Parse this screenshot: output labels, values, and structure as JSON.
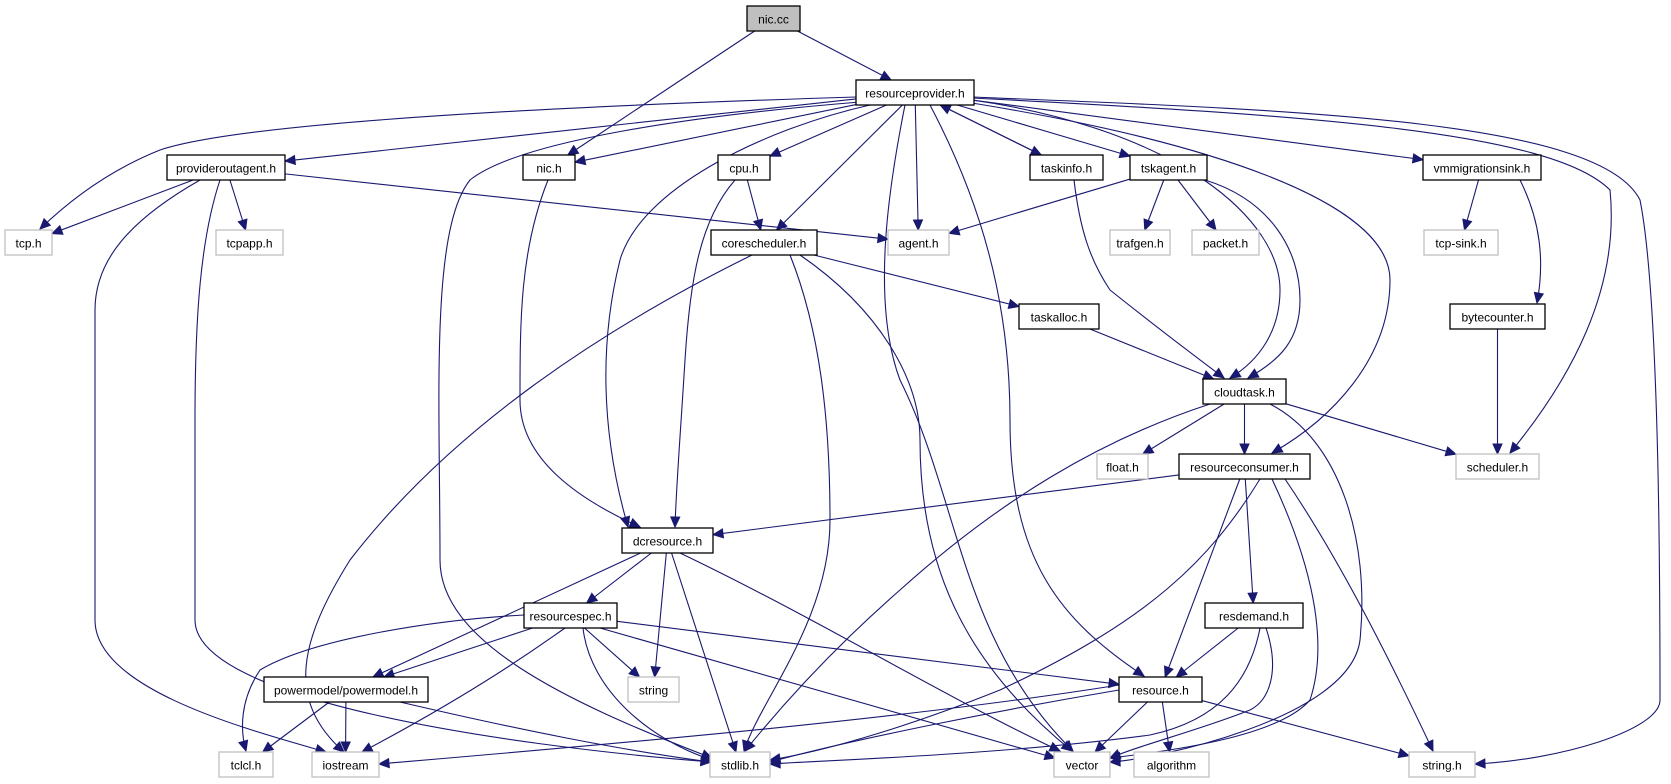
{
  "title": "nic.cc include dependency graph",
  "colors": {
    "edge": "#191970",
    "root_fill": "#bfbfbf",
    "local_border": "#000000",
    "system_border": "#bfbfbf"
  },
  "nodes": [
    {
      "id": "nic_cc",
      "label": "nic.cc",
      "kind": "root"
    },
    {
      "id": "resourceprovider_h",
      "label": "resourceprovider.h",
      "kind": "local"
    },
    {
      "id": "provideroutagent_h",
      "label": "provideroutagent.h",
      "kind": "local"
    },
    {
      "id": "nic_h",
      "label": "nic.h",
      "kind": "local"
    },
    {
      "id": "cpu_h",
      "label": "cpu.h",
      "kind": "local"
    },
    {
      "id": "taskinfo_h",
      "label": "taskinfo.h",
      "kind": "local"
    },
    {
      "id": "tskagent_h",
      "label": "tskagent.h",
      "kind": "local"
    },
    {
      "id": "vmmigrationsink_h",
      "label": "vmmigrationsink.h",
      "kind": "local"
    },
    {
      "id": "tcp_h",
      "label": "tcp.h",
      "kind": "system"
    },
    {
      "id": "tcpapp_h",
      "label": "tcpapp.h",
      "kind": "system"
    },
    {
      "id": "corescheduler_h",
      "label": "corescheduler.h",
      "kind": "local"
    },
    {
      "id": "agent_h",
      "label": "agent.h",
      "kind": "system"
    },
    {
      "id": "trafgen_h",
      "label": "trafgen.h",
      "kind": "system"
    },
    {
      "id": "packet_h",
      "label": "packet.h",
      "kind": "system"
    },
    {
      "id": "tcp_sink_h",
      "label": "tcp-sink.h",
      "kind": "system"
    },
    {
      "id": "taskalloc_h",
      "label": "taskalloc.h",
      "kind": "local"
    },
    {
      "id": "bytecounter_h",
      "label": "bytecounter.h",
      "kind": "local"
    },
    {
      "id": "cloudtask_h",
      "label": "cloudtask.h",
      "kind": "local"
    },
    {
      "id": "float_h",
      "label": "float.h",
      "kind": "system"
    },
    {
      "id": "resourceconsumer_h",
      "label": "resourceconsumer.h",
      "kind": "local"
    },
    {
      "id": "scheduler_h",
      "label": "scheduler.h",
      "kind": "system"
    },
    {
      "id": "dcresource_h",
      "label": "dcresource.h",
      "kind": "local"
    },
    {
      "id": "resourcespec_h",
      "label": "resourcespec.h",
      "kind": "local"
    },
    {
      "id": "resdemand_h",
      "label": "resdemand.h",
      "kind": "local"
    },
    {
      "id": "powermodel_h",
      "label": "powermodel/powermodel.h",
      "kind": "local"
    },
    {
      "id": "string",
      "label": "string",
      "kind": "system"
    },
    {
      "id": "resource_h",
      "label": "resource.h",
      "kind": "local"
    },
    {
      "id": "tclcl_h",
      "label": "tclcl.h",
      "kind": "system"
    },
    {
      "id": "iostream",
      "label": "iostream",
      "kind": "system"
    },
    {
      "id": "stdlib_h",
      "label": "stdlib.h",
      "kind": "system"
    },
    {
      "id": "vector",
      "label": "vector",
      "kind": "system"
    },
    {
      "id": "algorithm",
      "label": "algorithm",
      "kind": "system"
    },
    {
      "id": "string_h",
      "label": "string.h",
      "kind": "system"
    }
  ],
  "edges": [
    [
      "nic_cc",
      "resourceprovider_h"
    ],
    [
      "nic_cc",
      "nic_h"
    ],
    [
      "resourceprovider_h",
      "provideroutagent_h"
    ],
    [
      "resourceprovider_h",
      "nic_h"
    ],
    [
      "resourceprovider_h",
      "cpu_h"
    ],
    [
      "resourceprovider_h",
      "taskinfo_h"
    ],
    [
      "resourceprovider_h",
      "tskagent_h"
    ],
    [
      "resourceprovider_h",
      "vmmigrationsink_h"
    ],
    [
      "resourceprovider_h",
      "tcp_h"
    ],
    [
      "resourceprovider_h",
      "corescheduler_h"
    ],
    [
      "resourceprovider_h",
      "agent_h"
    ],
    [
      "resourceprovider_h",
      "dcresource_h"
    ],
    [
      "resourceprovider_h",
      "stdlib_h"
    ],
    [
      "resourceprovider_h",
      "vector"
    ],
    [
      "resourceprovider_h",
      "resource_h"
    ],
    [
      "resourceprovider_h",
      "cloudtask_h"
    ],
    [
      "resourceprovider_h",
      "resourceconsumer_h"
    ],
    [
      "resourceprovider_h",
      "scheduler_h"
    ],
    [
      "resourceprovider_h",
      "string_h"
    ],
    [
      "taskinfo_h",
      "resourceprovider_h"
    ],
    [
      "taskinfo_h",
      "cloudtask_h"
    ],
    [
      "provideroutagent_h",
      "tcp_h"
    ],
    [
      "provideroutagent_h",
      "tcpapp_h"
    ],
    [
      "provideroutagent_h",
      "agent_h"
    ],
    [
      "provideroutagent_h",
      "iostream"
    ],
    [
      "provideroutagent_h",
      "stdlib_h"
    ],
    [
      "nic_h",
      "dcresource_h"
    ],
    [
      "cpu_h",
      "corescheduler_h"
    ],
    [
      "cpu_h",
      "dcresource_h"
    ],
    [
      "tskagent_h",
      "agent_h"
    ],
    [
      "tskagent_h",
      "trafgen_h"
    ],
    [
      "tskagent_h",
      "packet_h"
    ],
    [
      "tskagent_h",
      "cloudtask_h"
    ],
    [
      "vmmigrationsink_h",
      "tcp_sink_h"
    ],
    [
      "vmmigrationsink_h",
      "bytecounter_h"
    ],
    [
      "bytecounter_h",
      "scheduler_h"
    ],
    [
      "corescheduler_h",
      "taskalloc_h"
    ],
    [
      "corescheduler_h",
      "iostream"
    ],
    [
      "corescheduler_h",
      "stdlib_h"
    ],
    [
      "corescheduler_h",
      "vector"
    ],
    [
      "taskalloc_h",
      "cloudtask_h"
    ],
    [
      "cloudtask_h",
      "float_h"
    ],
    [
      "cloudtask_h",
      "resourceconsumer_h"
    ],
    [
      "cloudtask_h",
      "scheduler_h"
    ],
    [
      "cloudtask_h",
      "stdlib_h"
    ],
    [
      "cloudtask_h",
      "vector"
    ],
    [
      "resourceconsumer_h",
      "dcresource_h"
    ],
    [
      "resourceconsumer_h",
      "resdemand_h"
    ],
    [
      "resourceconsumer_h",
      "resource_h"
    ],
    [
      "resourceconsumer_h",
      "stdlib_h"
    ],
    [
      "resourceconsumer_h",
      "vector"
    ],
    [
      "resourceconsumer_h",
      "string_h"
    ],
    [
      "dcresource_h",
      "resourcespec_h"
    ],
    [
      "dcresource_h",
      "powermodel_h"
    ],
    [
      "dcresource_h",
      "string"
    ],
    [
      "dcresource_h",
      "stdlib_h"
    ],
    [
      "dcresource_h",
      "vector"
    ],
    [
      "resourcespec_h",
      "powermodel_h"
    ],
    [
      "resourcespec_h",
      "string"
    ],
    [
      "resourcespec_h",
      "resource_h"
    ],
    [
      "resourcespec_h",
      "tclcl_h"
    ],
    [
      "resourcespec_h",
      "iostream"
    ],
    [
      "resourcespec_h",
      "stdlib_h"
    ],
    [
      "resourcespec_h",
      "vector"
    ],
    [
      "resdemand_h",
      "resource_h"
    ],
    [
      "resdemand_h",
      "stdlib_h"
    ],
    [
      "resdemand_h",
      "vector"
    ],
    [
      "powermodel_h",
      "tclcl_h"
    ],
    [
      "powermodel_h",
      "iostream"
    ],
    [
      "powermodel_h",
      "stdlib_h"
    ],
    [
      "resource_h",
      "iostream"
    ],
    [
      "resource_h",
      "stdlib_h"
    ],
    [
      "resource_h",
      "vector"
    ],
    [
      "resource_h",
      "algorithm"
    ],
    [
      "resource_h",
      "string_h"
    ]
  ]
}
